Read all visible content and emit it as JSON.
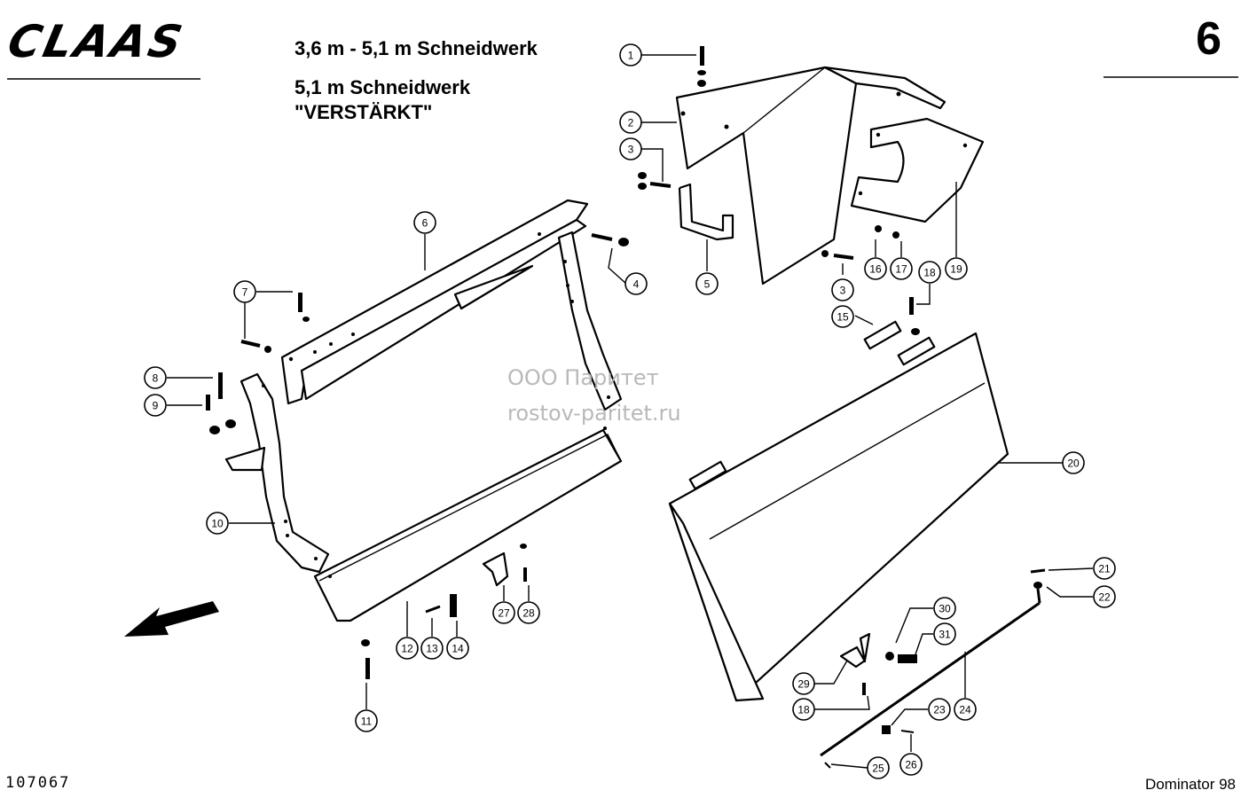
{
  "header": {
    "brand": "CLAAS",
    "line1": "3,6 m - 5,1 m Schneidwerk",
    "line2": "5,1 m Schneidwerk",
    "line3": "\"VERSTÄRKT\"",
    "page_number": "6"
  },
  "watermark": {
    "line1": "ООО Паритет",
    "line2": "rostov-paritet.ru"
  },
  "footer": {
    "doc_number": "107067",
    "model": "Dominator 98"
  },
  "callouts": [
    "1",
    "2",
    "3",
    "3",
    "4",
    "5",
    "6",
    "7",
    "8",
    "9",
    "10",
    "11",
    "12",
    "13",
    "14",
    "15",
    "16",
    "17",
    "18",
    "18",
    "19",
    "20",
    "21",
    "22",
    "23",
    "24",
    "25",
    "26",
    "27",
    "28",
    "29",
    "30",
    "31"
  ]
}
